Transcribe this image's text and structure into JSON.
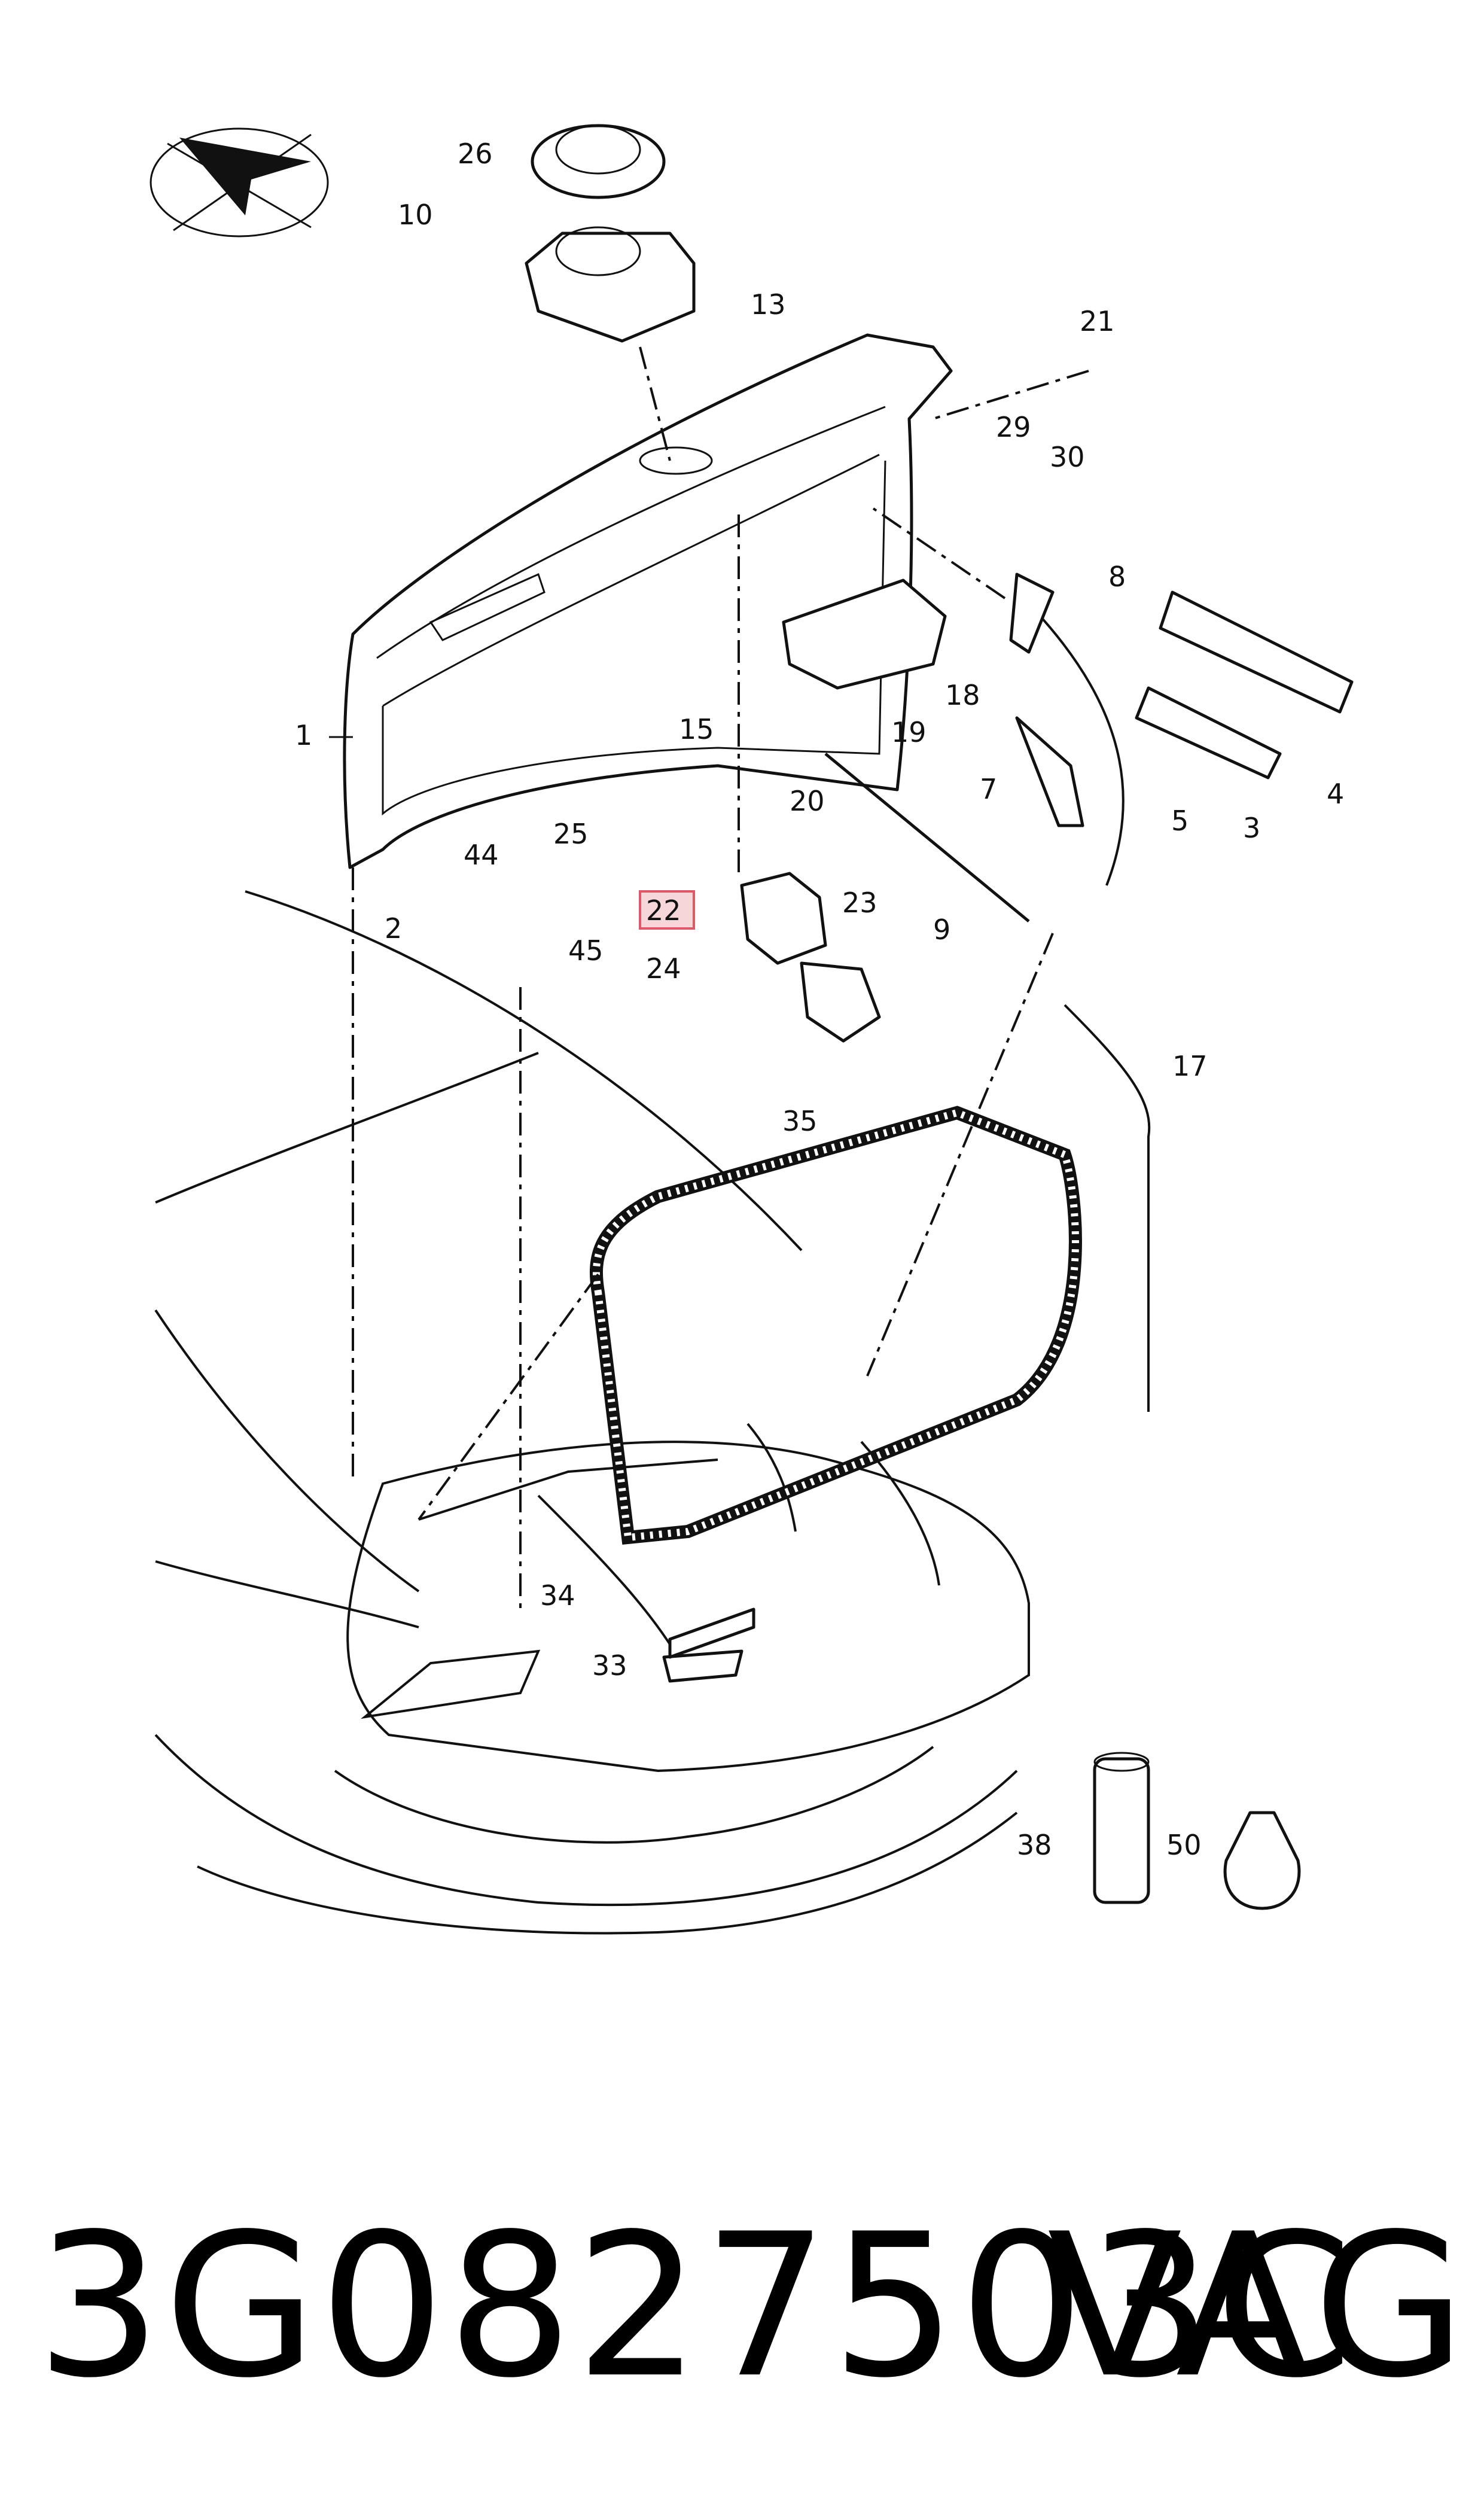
{
  "diagram": {
    "callouts": [
      {
        "id": "1",
        "label": "1"
      },
      {
        "id": "2",
        "label": "2"
      },
      {
        "id": "3",
        "label": "3"
      },
      {
        "id": "4",
        "label": "4"
      },
      {
        "id": "5",
        "label": "5"
      },
      {
        "id": "7",
        "label": "7"
      },
      {
        "id": "8",
        "label": "8"
      },
      {
        "id": "9",
        "label": "9"
      },
      {
        "id": "10",
        "label": "10"
      },
      {
        "id": "13",
        "label": "13"
      },
      {
        "id": "15",
        "label": "15"
      },
      {
        "id": "17",
        "label": "17"
      },
      {
        "id": "18",
        "label": "18"
      },
      {
        "id": "19",
        "label": "19"
      },
      {
        "id": "20",
        "label": "20"
      },
      {
        "id": "21",
        "label": "21"
      },
      {
        "id": "22",
        "label": "22"
      },
      {
        "id": "23",
        "label": "23"
      },
      {
        "id": "24",
        "label": "24"
      },
      {
        "id": "25",
        "label": "25"
      },
      {
        "id": "26",
        "label": "26"
      },
      {
        "id": "29",
        "label": "29"
      },
      {
        "id": "30",
        "label": "30"
      },
      {
        "id": "33",
        "label": "33"
      },
      {
        "id": "34",
        "label": "34"
      },
      {
        "id": "35",
        "label": "35"
      },
      {
        "id": "38",
        "label": "38"
      },
      {
        "id": "44",
        "label": "44"
      },
      {
        "id": "45",
        "label": "45"
      },
      {
        "id": "50",
        "label": "50"
      }
    ],
    "highlighted_callout": "22",
    "highlight_color": "#e05868"
  },
  "footer": {
    "part_number": "3G0827503C",
    "brand": "VAG"
  }
}
